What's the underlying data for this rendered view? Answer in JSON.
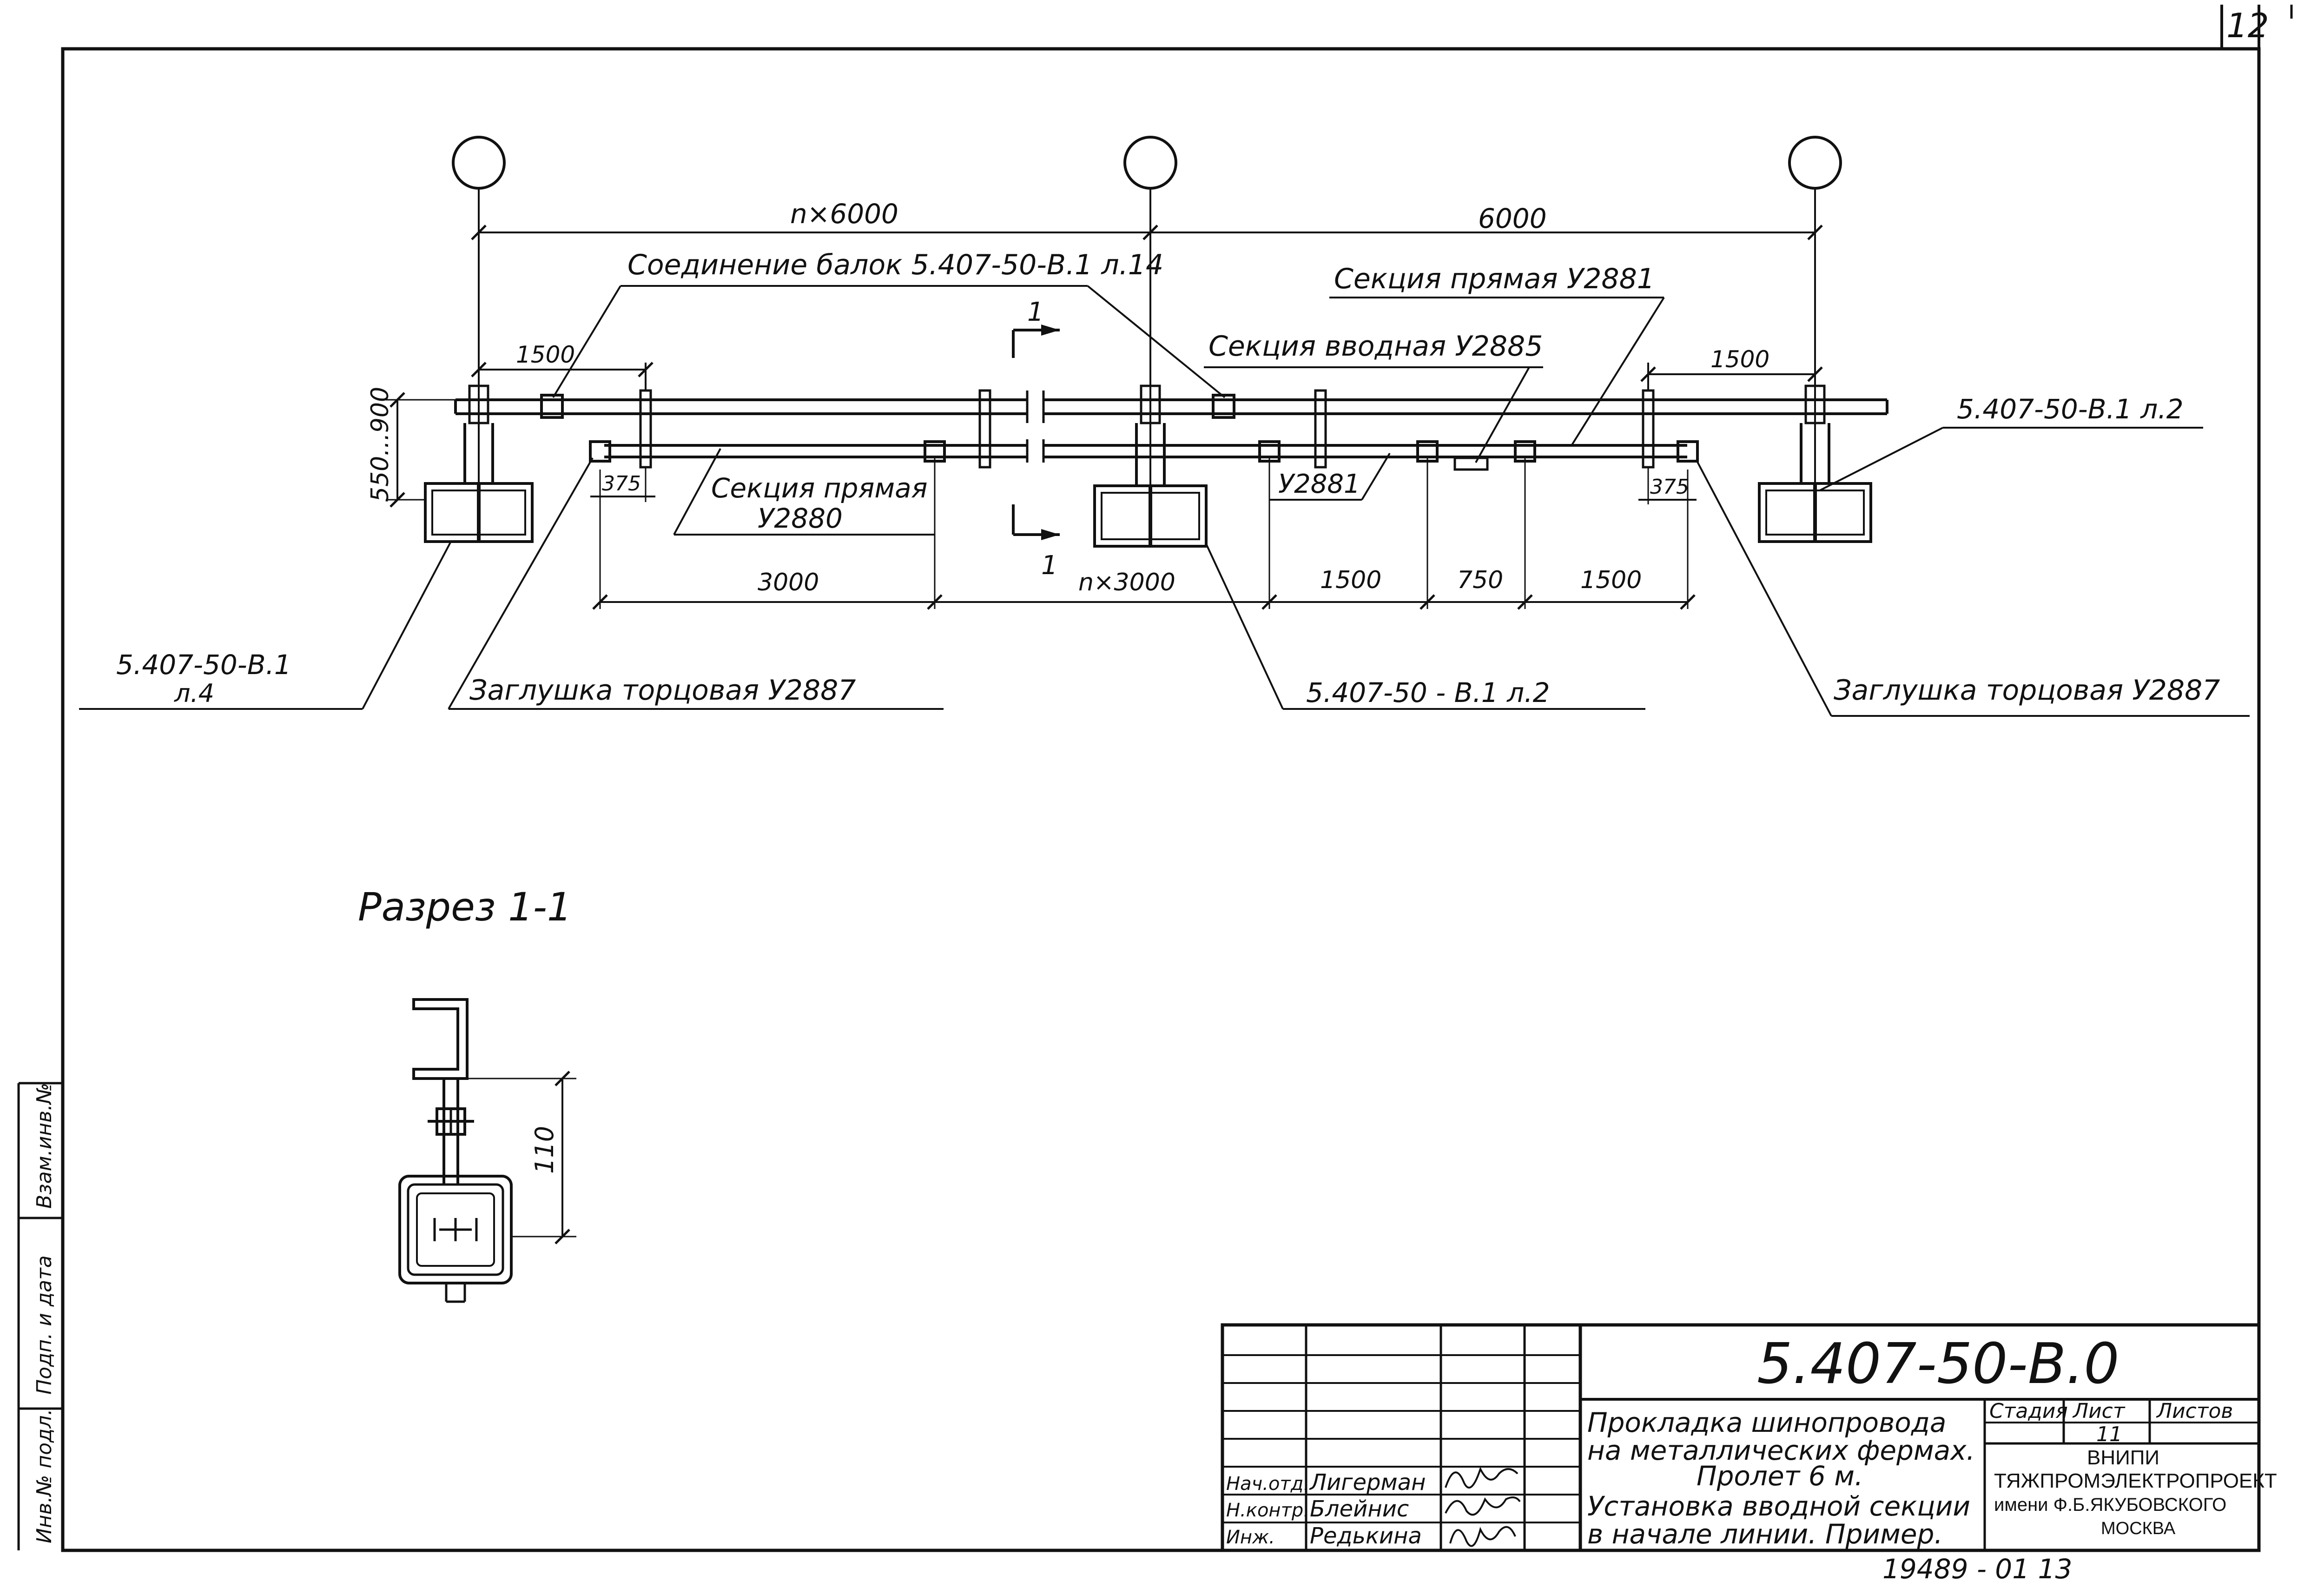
{
  "corner_sheet_no": "12",
  "dims": {
    "n6000": "n×6000",
    "d6000": "6000",
    "d1500_left": "1500",
    "d1500_right": "1500",
    "d550_900": "550...900",
    "d375_left": "375",
    "d375_right": "375",
    "d3000": "3000",
    "n3000": "n×3000",
    "d1500_b1": "1500",
    "d750": "750",
    "d1500_b2": "1500",
    "d110": "110",
    "cut_no_top": "1",
    "cut_no_bottom": "1"
  },
  "labels": {
    "beam_joint": "Соединение балок 5.407-50-В.1 л.14",
    "section_straight_top": "Секция прямая У2881",
    "section_input": "Секция вводная У2885",
    "ref_right_top": "5.407-50-В.1 л.2",
    "section_straight_left_1": "Секция прямая",
    "section_straight_left_2": "У2880",
    "u2881": "У2881",
    "ref_left_1": "5.407-50-В.1",
    "ref_left_2": "л.4",
    "end_cap_left": "Заглушка торцовая У2887",
    "ref_mid": "5.407-50 - В.1 л.2",
    "end_cap_right": "Заглушка торцовая У2887",
    "section_title": "Разрез 1-1"
  },
  "title_block": {
    "doc_code": "5.407-50-В.0",
    "title_lines": [
      "Прокладка шинопровода",
      "на металлических фермах.",
      "Пролет 6 м.",
      "Установка вводной секции",
      "в начале линии. Пример."
    ],
    "col_stage": "Стадия",
    "col_sheet": "Лист",
    "col_sheets": "Листов",
    "sheet_value": "11",
    "org_lines": [
      "ВНИПИ",
      "ТЯЖПРОМЭЛЕКТРОПРОЕКТ",
      "имени Ф.Б.ЯКУБОВСКОГО",
      "МОСКВА"
    ],
    "roles": [
      {
        "role": "Нач.отд.",
        "name": "Лигерман"
      },
      {
        "role": "Н.контр.",
        "name": "Блейнис"
      },
      {
        "role": "Инж.",
        "name": "Редькина"
      }
    ]
  },
  "footer_code": "19489 - 01   13",
  "side_stamp": [
    "Инв.№ подл.",
    "Подп. и дата",
    "Взам.инв.№"
  ]
}
